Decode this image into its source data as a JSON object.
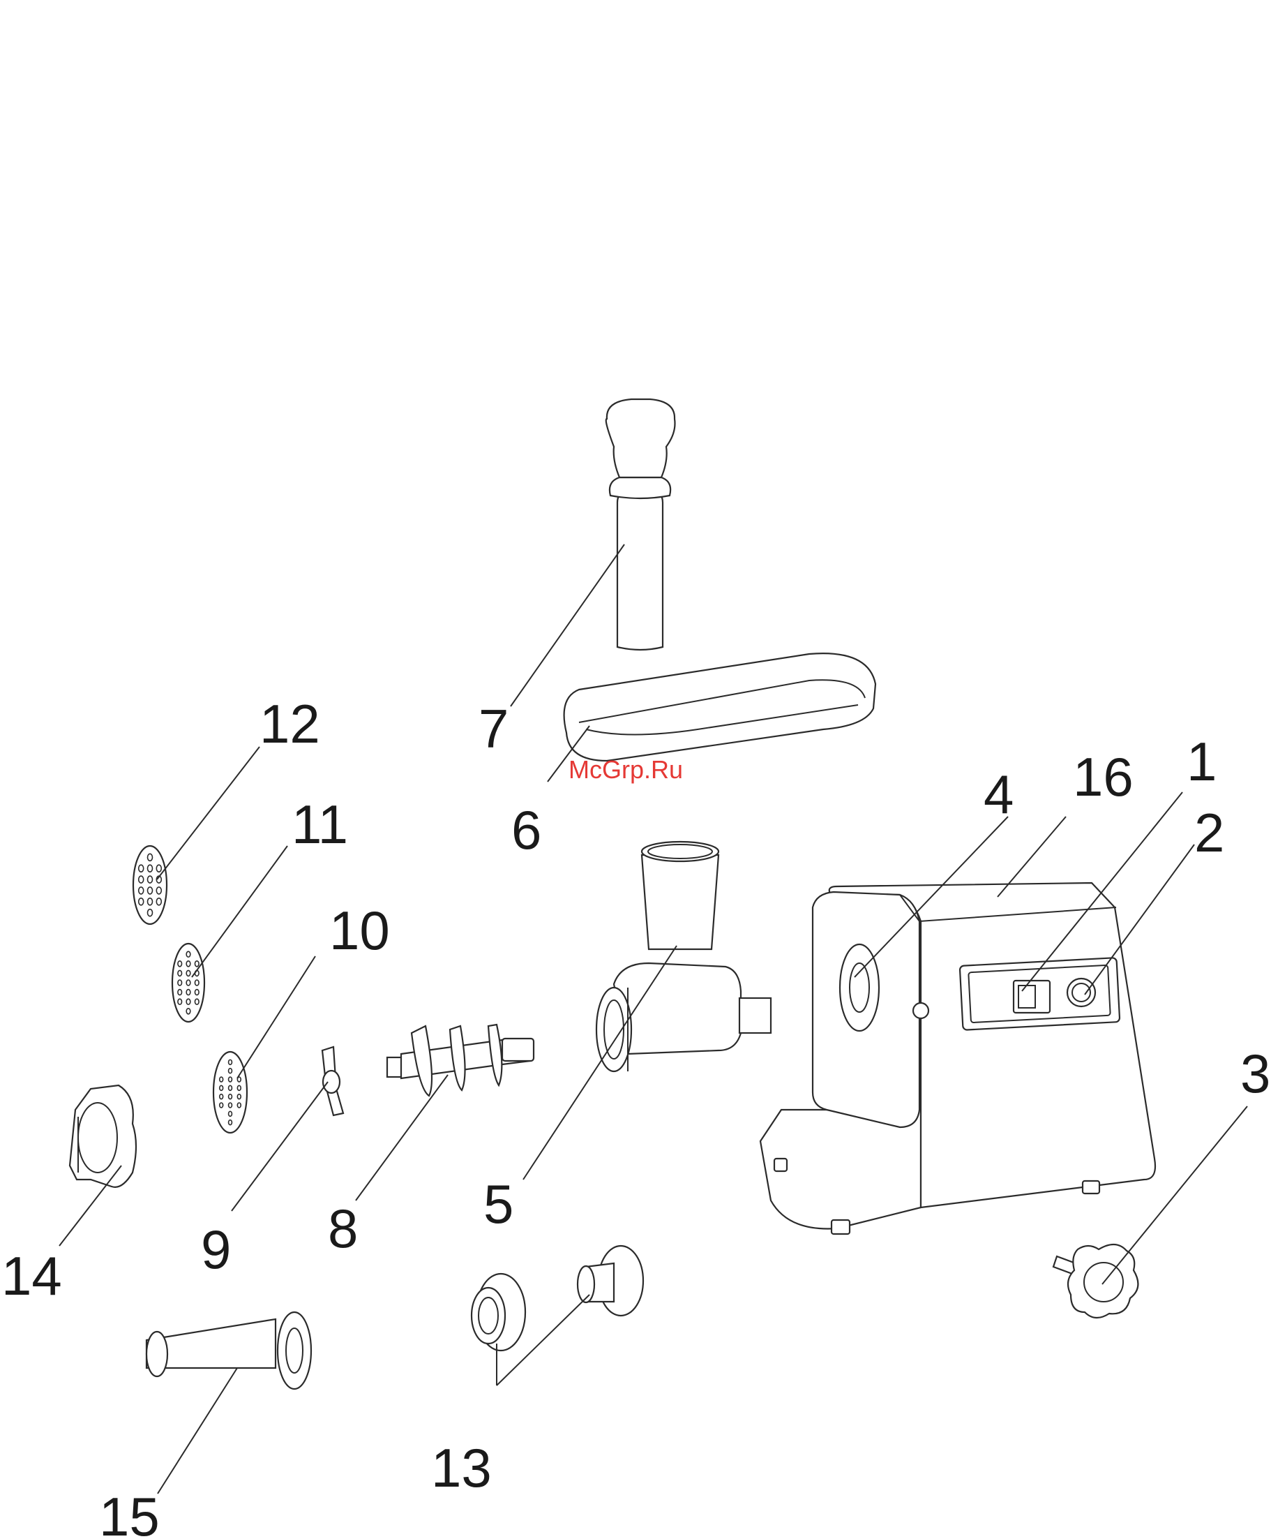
{
  "watermark": {
    "text": "McGrp.Ru",
    "color": "#e53935"
  },
  "parts": [
    {
      "key": "p1",
      "label": "1",
      "name": "on-off-switch"
    },
    {
      "key": "p2",
      "label": "2",
      "name": "reverse-button"
    },
    {
      "key": "p3",
      "label": "3",
      "name": "locking-knob"
    },
    {
      "key": "p4",
      "label": "4",
      "name": "drive-socket"
    },
    {
      "key": "p5",
      "label": "5",
      "name": "grinder-head"
    },
    {
      "key": "p6",
      "label": "6",
      "name": "food-tray"
    },
    {
      "key": "p7",
      "label": "7",
      "name": "food-pusher"
    },
    {
      "key": "p8",
      "label": "8",
      "name": "feed-screw"
    },
    {
      "key": "p9",
      "label": "9",
      "name": "cutting-blade"
    },
    {
      "key": "p10",
      "label": "10",
      "name": "disc-fine"
    },
    {
      "key": "p11",
      "label": "11",
      "name": "disc-medium"
    },
    {
      "key": "p12",
      "label": "12",
      "name": "disc-coarse"
    },
    {
      "key": "p13",
      "label": "13",
      "name": "kebbe-attachment"
    },
    {
      "key": "p14",
      "label": "14",
      "name": "ring-nut"
    },
    {
      "key": "p15",
      "label": "15",
      "name": "sausage-tube"
    },
    {
      "key": "p16",
      "label": "16",
      "name": "motor-housing"
    }
  ]
}
